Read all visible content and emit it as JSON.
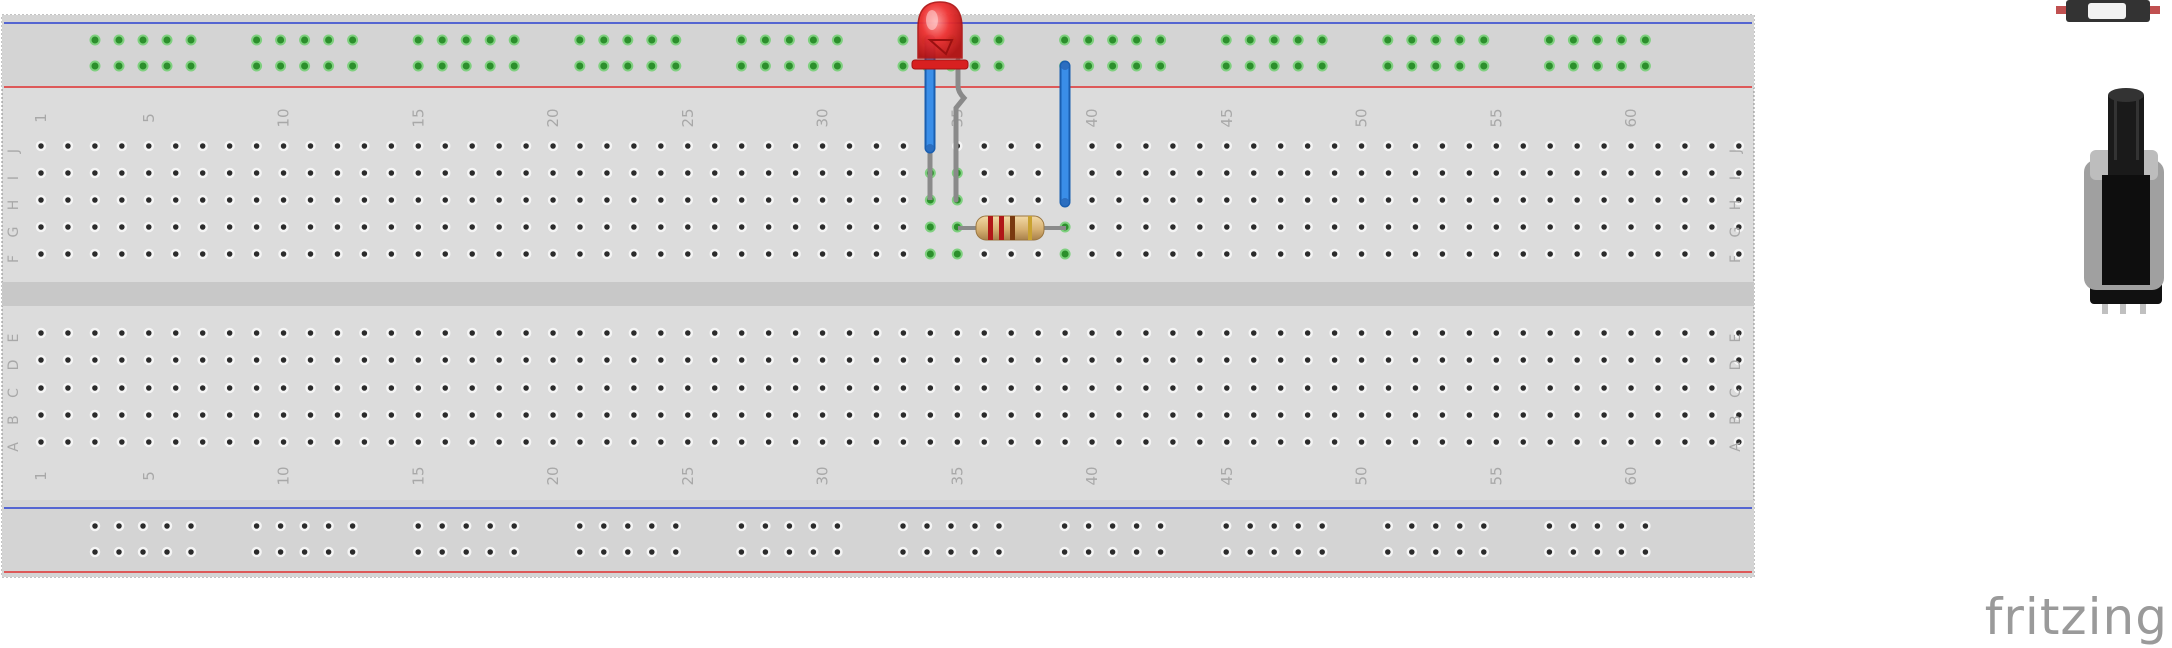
{
  "breadboard": {
    "top_numbers": [
      "1",
      "5",
      "10",
      "15",
      "20",
      "25",
      "30",
      "35",
      "40",
      "45",
      "50",
      "55",
      "60"
    ],
    "bottom_numbers": [
      "1",
      "5",
      "10",
      "15",
      "20",
      "25",
      "30",
      "35",
      "40",
      "45",
      "50",
      "55",
      "60"
    ],
    "upper_row_letters": [
      "J",
      "I",
      "H",
      "G",
      "F"
    ],
    "lower_row_letters": [
      "E",
      "D",
      "C",
      "B",
      "A"
    ],
    "rail_colors": {
      "red": "#e03030",
      "blue": "#2a40d0"
    },
    "board_color": "#dcdcdc",
    "wire_color": "#2f7fd8",
    "led_color": "#e52222",
    "resistor_color": "#d7b172"
  },
  "side_parts": {
    "top_component_icon": "pushbutton-icon",
    "potentiometer_icon": "potentiometer-icon"
  },
  "brand": {
    "logo_text": "fritzing"
  }
}
